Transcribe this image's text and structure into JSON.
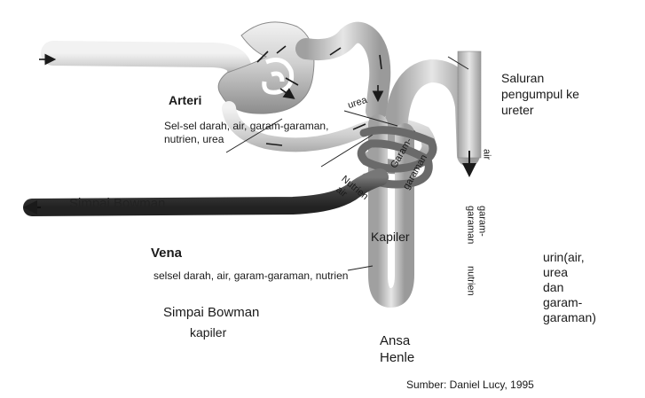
{
  "labels": {
    "arteri": "Arteri",
    "arteri_desc_line1": "Sel-sel darah, air, garam-garaman,",
    "arteri_desc_line2": "nutrien, urea",
    "urea": "urea",
    "saluran_line1": "Saluran",
    "saluran_line2": "pengumpul ke",
    "saluran_line3": "ureter",
    "air_right": "air",
    "garam_diag_line1": "Garam-",
    "garam_diag_line2": "garaman",
    "nutrien_diag": "Nutrien",
    "air_diag": "air",
    "simpai_dark": "Simpai Bowman",
    "kapiler_top": "Kapiler",
    "garam_vert_line1": "garam-",
    "garam_vert_line2": "garaman",
    "nutrien_vert": "nutrien",
    "vena": "Vena",
    "vena_desc": "selsel darah, air, garam-garaman, nutrien",
    "urin_line1": "urin(air,",
    "urin_line2": "urea",
    "urin_line3": "dan",
    "urin_line4": "garam-",
    "urin_line5": "garaman)",
    "simpai_bottom": "Simpai Bowman",
    "kapiler_bottom": "kapiler",
    "ansa_line1": "Ansa",
    "ansa_line2": "Henle",
    "source": "Sumber: Daniel Lucy, 1995"
  },
  "colors": {
    "tube_light": "#d9d9d9",
    "tube_mid": "#b5b5b5",
    "tube_dark": "#555555",
    "vessel_dark": "#3a3a3a",
    "arrow": "#1a1a1a"
  }
}
